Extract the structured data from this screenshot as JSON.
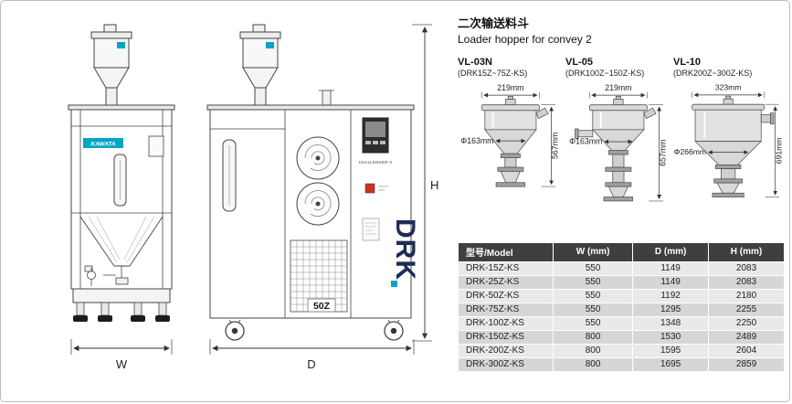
{
  "loader_section": {
    "title_zh": "二次输送料斗",
    "title_en": "Loader hopper for convey 2"
  },
  "hoppers": [
    {
      "model": "VL-03N",
      "range": "(DRK15Z~75Z-KS)",
      "width": "219mm",
      "diameter": "Φ163mm",
      "height": "567mm"
    },
    {
      "model": "VL-05",
      "range": "(DRK100Z~150Z-KS)",
      "width": "219mm",
      "diameter": "Φ163mm",
      "height": "657mm"
    },
    {
      "model": "VL-10",
      "range": "(DRK200Z~300Z-KS)",
      "width": "323mm",
      "diameter": "Φ266mm",
      "height": "691mm"
    }
  ],
  "machine": {
    "brand": "KAWATA",
    "series": "DRK",
    "size_label": "50Z",
    "panel_label": "CHALLENGER X",
    "dim_w": "W",
    "dim_d": "D",
    "dim_h": "H"
  },
  "spec_table": {
    "headers": [
      "型号/Model",
      "W (mm)",
      "D (mm)",
      "H (mm)"
    ],
    "rows": [
      [
        "DRK-15Z-KS",
        "550",
        "1149",
        "2083"
      ],
      [
        "DRK-25Z-KS",
        "550",
        "1149",
        "2083"
      ],
      [
        "DRK-50Z-KS",
        "550",
        "1192",
        "2180"
      ],
      [
        "DRK-75Z-KS",
        "550",
        "1295",
        "2255"
      ],
      [
        "DRK-100Z-KS",
        "550",
        "1348",
        "2250"
      ],
      [
        "DRK-150Z-KS",
        "800",
        "1530",
        "2489"
      ],
      [
        "DRK-200Z-KS",
        "800",
        "1595",
        "2604"
      ],
      [
        "DRK-300Z-KS",
        "800",
        "1695",
        "2859"
      ]
    ]
  },
  "colors": {
    "accent": "#00a6c3",
    "table_header_bg": "#3f3f3f"
  }
}
